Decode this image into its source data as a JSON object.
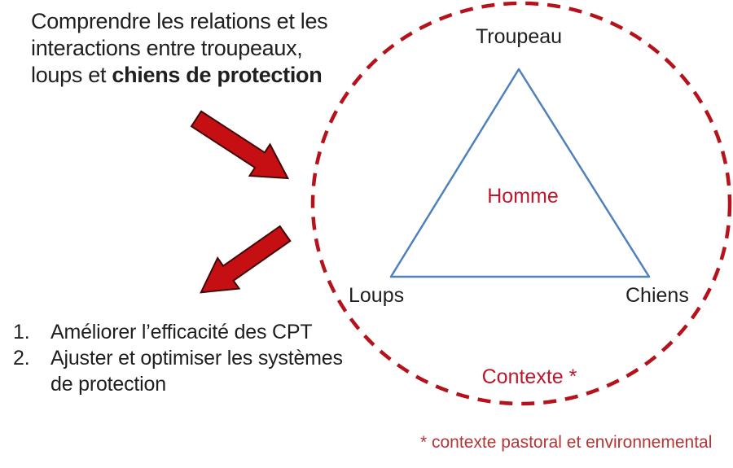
{
  "colors": {
    "arrow_red": "#C50F13",
    "arrow_outline": "#400808",
    "circle_red": "#B5121B",
    "triangle_blue": "#4F81BD",
    "red_text": "#C0152B",
    "footnote_red": "#B53535",
    "text_dark": "#1F1F1F"
  },
  "heading": {
    "line1": "Comprendre les relations et les",
    "line2": "interactions entre troupeaux,",
    "line3_regular": "loups et ",
    "line3_bold": "chiens de protection"
  },
  "objectives": {
    "items": [
      {
        "number": "1.",
        "text": "Améliorer l’efficacité des CPT"
      },
      {
        "number": "2.",
        "text": "Ajuster et optimiser les systèmes de protection"
      }
    ]
  },
  "diagram": {
    "top_label": "Troupeau",
    "left_label": "Loups",
    "right_label": "Chiens",
    "center_label": "Homme",
    "context_label": "Contexte *"
  },
  "icons": {
    "arrow_down_right": "arrow-down-right-icon",
    "arrow_down_left": "arrow-down-left-icon"
  },
  "footnote": "* contexte pastoral et environnemental"
}
